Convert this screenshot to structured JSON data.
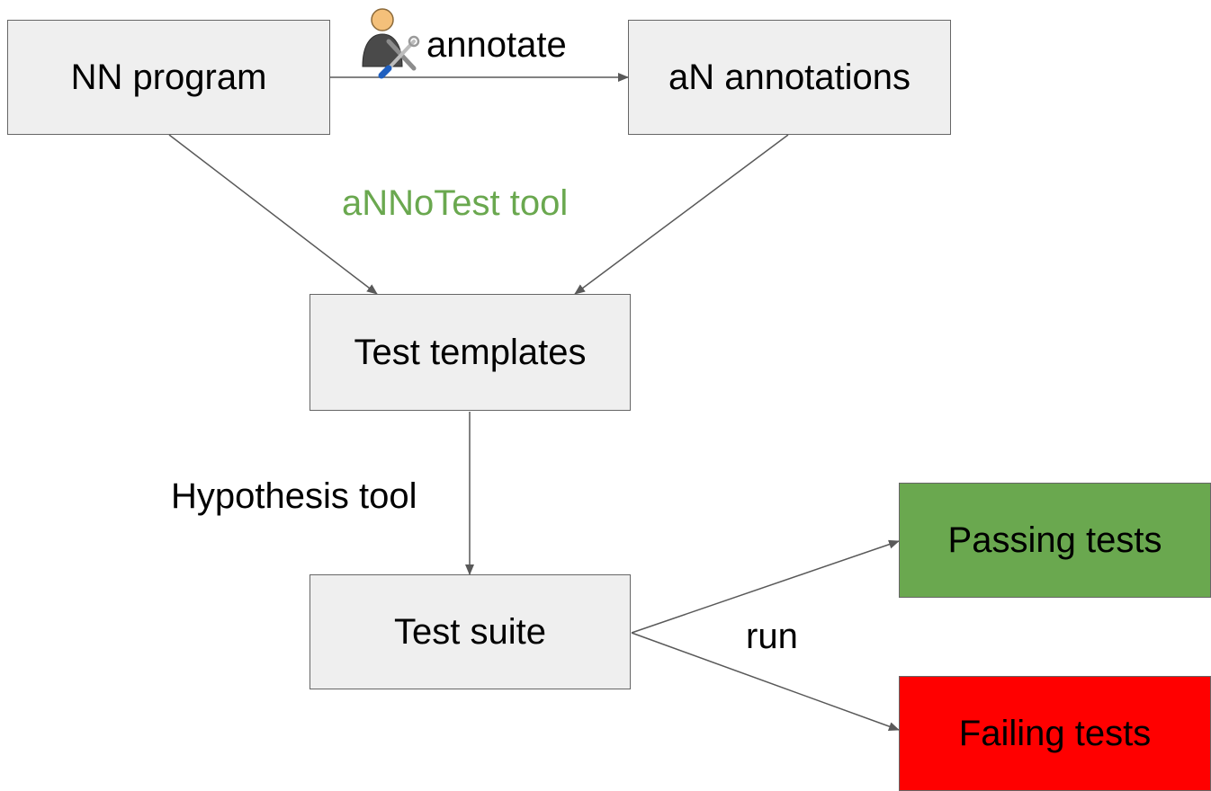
{
  "diagram": {
    "nodes": {
      "nn_program": "NN program",
      "an_annotations": "aN annotations",
      "test_templates": "Test templates",
      "test_suite": "Test suite",
      "passing_tests": "Passing tests",
      "failing_tests": "Failing tests"
    },
    "edge_labels": {
      "annotate": "annotate",
      "annotest_tool": "aNNoTest tool",
      "hypothesis_tool": "Hypothesis tool",
      "run": "run"
    },
    "icons": {
      "annotate_icon": "user-with-tools-icon"
    },
    "colors": {
      "node_fill": "#efefef",
      "node_border": "#666666",
      "edge": "#595959",
      "passing_fill": "#6aa84f",
      "failing_fill": "#ff0000",
      "annotest_label": "#6aa84f"
    }
  }
}
